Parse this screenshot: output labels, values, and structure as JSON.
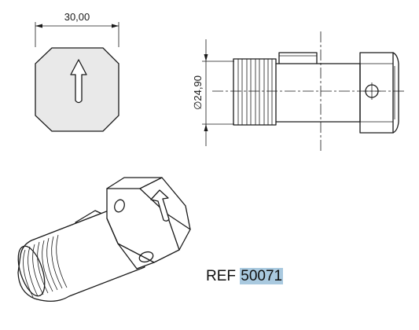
{
  "drawing": {
    "width_dimension": "30,00",
    "diameter_dimension": "∅24,90",
    "reference_prefix": "REF",
    "reference_number": "50071"
  },
  "colors": {
    "line": "#1a1a1a",
    "face_fill": "#e9e9e9",
    "ref_highlight": "#a9c9df"
  }
}
